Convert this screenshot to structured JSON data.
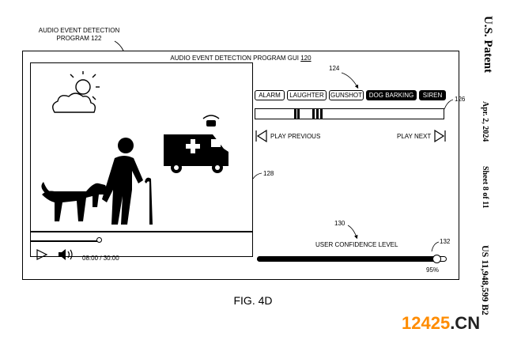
{
  "program_label": [
    "AUDIO EVENT DETECTION",
    "PROGRAM 122"
  ],
  "gui": {
    "title": "AUDIO EVENT DETECTION PROGRAM GUI",
    "title_ref": "120"
  },
  "video": {
    "timecode": "08:00 / 30:00",
    "scrub_position": 0.31
  },
  "event_chips": [
    {
      "label": "ALARM",
      "selected": false
    },
    {
      "label": "LAUGHTER",
      "selected": false
    },
    {
      "label": "GUNSHOT",
      "selected": false
    },
    {
      "label": "DOG BARKING",
      "selected": true
    },
    {
      "label": "SIREN",
      "selected": true
    }
  ],
  "timeline_marks": [
    0.205,
    0.225,
    0.305,
    0.325,
    0.345
  ],
  "nav": {
    "prev_label": "PLAY PREVIOUS",
    "next_label": "PLAY NEXT"
  },
  "confidence": {
    "label": "USER CONFIDENCE LEVEL",
    "value_text": "95%",
    "value": 0.95
  },
  "refs": {
    "chips": "124",
    "timeline": "126",
    "video": "128",
    "confidence_label": "130",
    "confidence_slider": "132"
  },
  "figure_label": "FIG. 4D",
  "sidebar": {
    "patent": "U.S. Patent",
    "date": "Apr. 2, 2024",
    "sheet": "Sheet 8 of 11",
    "number": "US 11,948,599 B2"
  },
  "watermark": {
    "digits": "12425",
    "suffix": ".CN"
  }
}
